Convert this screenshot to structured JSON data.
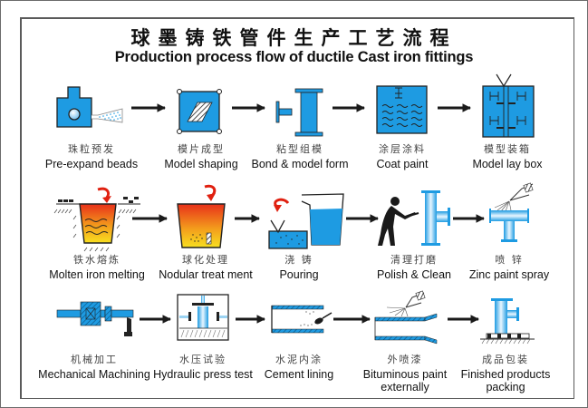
{
  "title": {
    "cn": "球墨铸铁管件生产工艺流程",
    "en": "Production process flow of ductile Cast iron fittings"
  },
  "colors": {
    "steel_blue": "#1e9be2",
    "outline": "#222222",
    "molten_top": "#e8301a",
    "molten_bottom": "#f8e020",
    "arrow": "#1a1a1a",
    "red_arrow": "#e02010"
  },
  "steps": [
    {
      "id": "pre-expand-beads",
      "cn": "珠粒预发",
      "en": "Pre-expand beads",
      "icon": "bead-expander-icon"
    },
    {
      "id": "model-shaping",
      "cn": "模片成型",
      "en": "Model shaping",
      "icon": "mold-plate-icon"
    },
    {
      "id": "bond-model-form",
      "cn": "粘型组模",
      "en": "Bond & model form",
      "icon": "pipe-model-icon"
    },
    {
      "id": "coat-paint",
      "cn": "涂层涂料",
      "en": "Coat paint",
      "icon": "coating-tank-icon"
    },
    {
      "id": "model-lay-box",
      "cn": "模型装箱",
      "en": "Model lay box",
      "icon": "flask-box-icon"
    },
    {
      "id": "molten-iron-melting",
      "cn": "铁水熔炼",
      "en": "Molten iron melting",
      "icon": "furnace-icon"
    },
    {
      "id": "nodular-treatment",
      "cn": "球化处理",
      "en": "Nodular treat ment",
      "icon": "ladle-icon"
    },
    {
      "id": "pouring",
      "cn": "浇 铸",
      "en": "Pouring",
      "icon": "pouring-icon"
    },
    {
      "id": "polish-clean",
      "cn": "清理打磨",
      "en": "Polish & Clean",
      "icon": "grinding-worker-icon"
    },
    {
      "id": "zinc-paint-spray",
      "cn": "喷 锌",
      "en": "Zinc paint spray",
      "icon": "zinc-spray-icon"
    },
    {
      "id": "mechanical-machining",
      "cn": "机械加工",
      "en": "Mechanical Machining",
      "icon": "lathe-icon"
    },
    {
      "id": "hydraulic-press-test",
      "cn": "水压试验",
      "en": "Hydraulic press test",
      "icon": "press-test-icon"
    },
    {
      "id": "cement-lining",
      "cn": "水泥内涂",
      "en": "Cement lining",
      "icon": "cement-lining-icon"
    },
    {
      "id": "bituminous-paint",
      "cn": "外喷漆",
      "en": "Bituminous paint externally",
      "en_lines": [
        "Bituminous paint",
        "externally"
      ],
      "icon": "bitumen-spray-icon"
    },
    {
      "id": "finished-packing",
      "cn": "成品包装",
      "en": "Finished products packing",
      "en_lines": [
        "Finished products",
        "packing"
      ],
      "icon": "packing-pallet-icon"
    }
  ]
}
